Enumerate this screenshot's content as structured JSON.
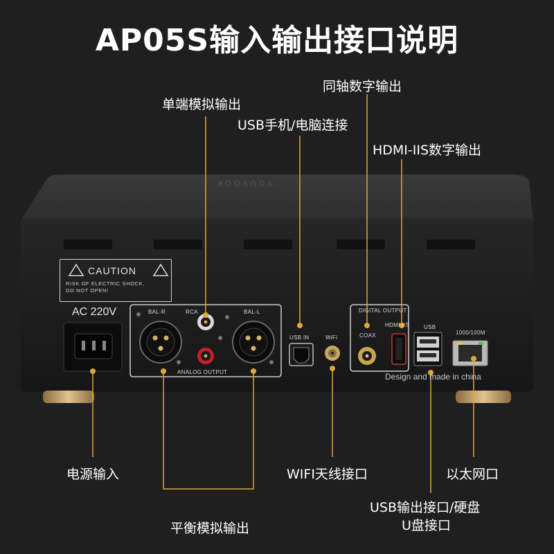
{
  "title": "AP05S输入输出接口说明",
  "brand": "YOUVOOK",
  "callouts": {
    "single_ended_analog_out": "单端模拟输出",
    "coax_digital_out": "同轴数字输出",
    "usb_phone_pc": "USB手机/电脑连接",
    "hdmi_iis_out": "HDMI-IIS数字输出",
    "power_in": "电源输入",
    "wifi_antenna": "WIFI天线接口",
    "ethernet": "以太网口",
    "balanced_analog_out": "平衡模拟输出",
    "usb_out_line1": "USB输出接口/硬盘",
    "usb_out_line2": "U盘接口"
  },
  "panel": {
    "caution_title": "CAUTION",
    "caution_line1": "RISK OF ELECTRIC SHOCK,",
    "caution_line2": "DO NOT OPEN!",
    "ac_label": "AC 220V",
    "bal_r": "BAL-R",
    "rca": "RCA",
    "bal_l": "BAL-L",
    "analog_output": "ANALOG OUTPUT",
    "usb_in": "USB IN",
    "wifi": "WiFi",
    "digital_output": "DIGITAL OUTPUT",
    "coax": "COAX",
    "hdmi_iis": "HDMI IIS",
    "usb": "USB",
    "lan": "1000/100M",
    "made_in": "Design and made in china"
  },
  "colors": {
    "background": "#1f1f1f",
    "chassis": "#2b2b2b",
    "callout_line": "#e0a63a",
    "text": "#ffffff",
    "gold_feet": "#c8a46a"
  }
}
